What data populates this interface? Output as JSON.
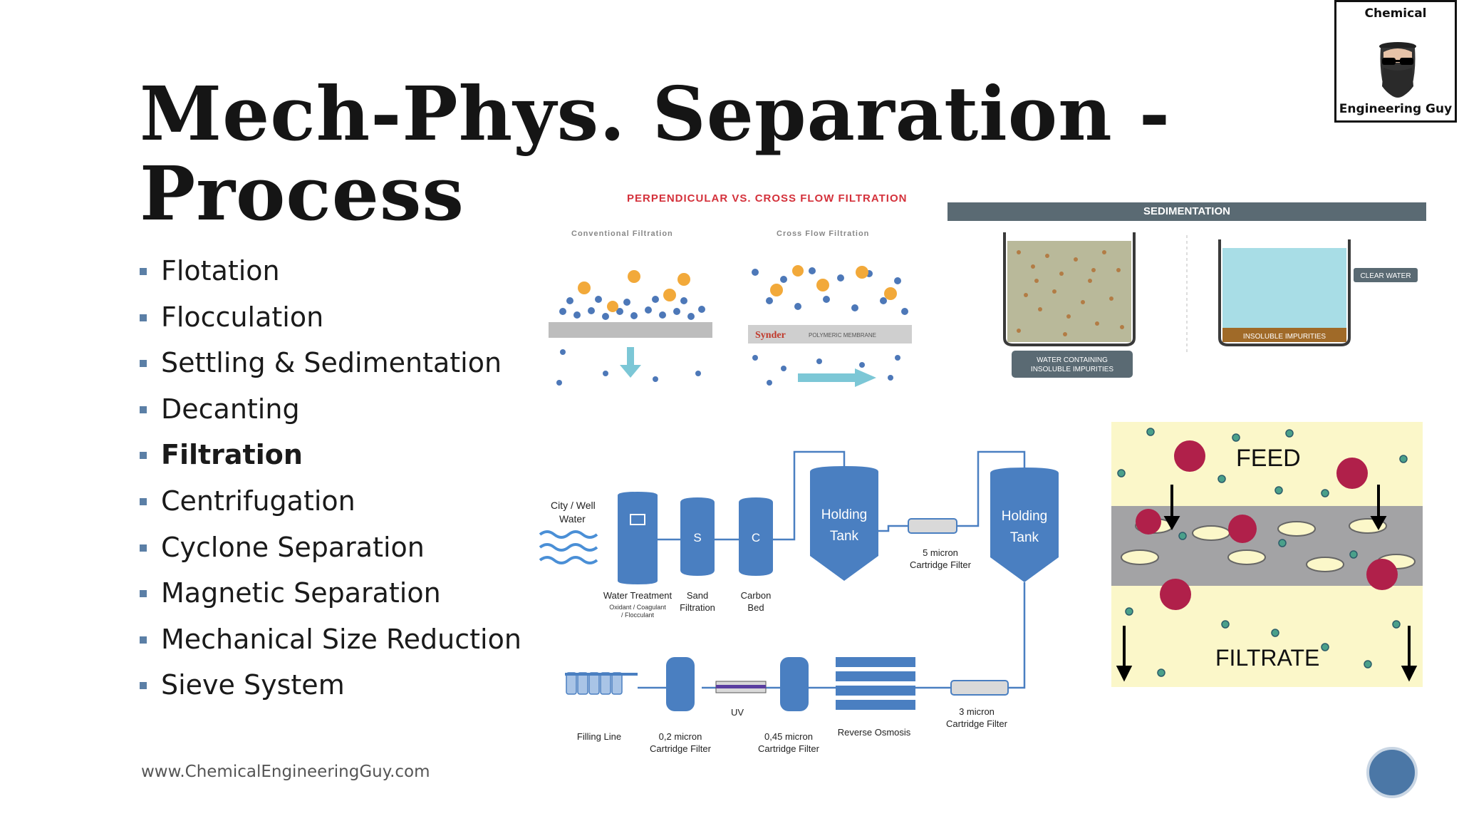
{
  "title_line1": "Mech-Phys. Separation -",
  "title_line2": "Process",
  "bullets": [
    "Flotation",
    "Flocculation",
    "Settling & Sedimentation",
    "Decanting",
    "Filtration",
    "Centrifugation",
    "Cyclone Separation",
    "Magnetic Separation",
    "Mechanical Size Reduction",
    "Sieve System"
  ],
  "footer": "www.ChemicalEngineeringGuy.com",
  "logo": {
    "top": "Chemical",
    "bottom": "Engineering Guy"
  },
  "flow_filtration": {
    "title": "PERPENDICULAR VS. CROSS FLOW FILTRATION",
    "left_label": "Conventional Filtration",
    "right_label": "Cross Flow Filtration",
    "membrane_brand": "Synder",
    "membrane_label": "POLYMERIC MEMBRANE"
  },
  "sedimentation": {
    "header": "SEDIMENTATION",
    "left_label_1": "WATER CONTAINING",
    "left_label_2": "INSOLUBLE IMPURITIES",
    "clear_water": "CLEAR WATER",
    "insoluble": "INSOLUBLE IMPURITIES"
  },
  "process": {
    "source_1": "City / Well",
    "source_2": "Water",
    "water_treatment": "Water Treatment",
    "water_treatment_sub_1": "Oxidant / Coagulant",
    "water_treatment_sub_2": "/ Flocculant",
    "sand_letter": "S",
    "sand_1": "Sand",
    "sand_2": "Filtration",
    "carbon_letter": "C",
    "carbon_1": "Carbon",
    "carbon_2": "Bed",
    "holding_1": "Holding",
    "holding_2": "Tank",
    "five_micron_1": "5 micron",
    "five_micron_2": "Cartridge Filter",
    "three_micron_1": "3 micron",
    "three_micron_2": "Cartridge Filter",
    "ro": "Reverse Osmosis",
    "f045_1": "0,45 micron",
    "f045_2": "Cartridge Filter",
    "uv": "UV",
    "f02_1": "0,2 micron",
    "f02_2": "Cartridge Filter",
    "filling": "Filling Line"
  },
  "membrane": {
    "feed": "FEED",
    "filtrate": "FILTRATE"
  },
  "colors": {
    "accent": "#5b7fa6",
    "process_blue": "#4a7fc1",
    "feed_bg": "#fbf7c9",
    "particle": "#b0204a"
  }
}
